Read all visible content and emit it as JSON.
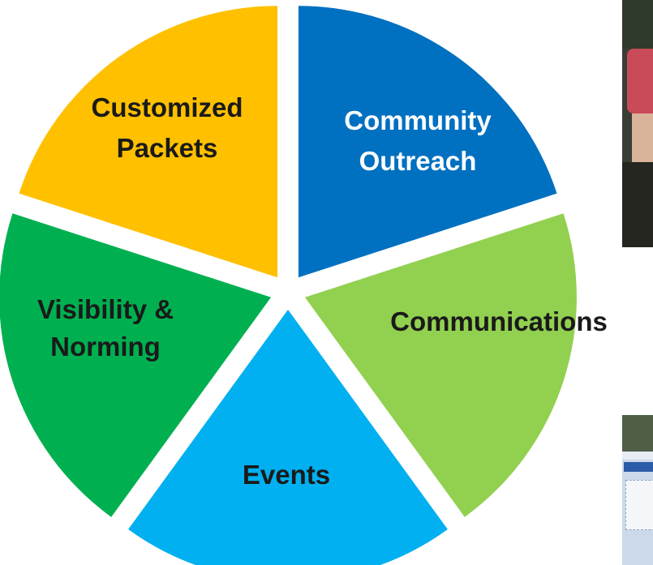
{
  "diagram": {
    "type": "pie-wheel",
    "segments": [
      {
        "id": "community-outreach",
        "lines": [
          "Community",
          "Outreach"
        ],
        "color": "#0070C0",
        "text_color": "#FFFFFF"
      },
      {
        "id": "communications",
        "lines": [
          "Communications"
        ],
        "color": "#92D050",
        "text_color": "#1A1A1A"
      },
      {
        "id": "events",
        "lines": [
          "Events"
        ],
        "color": "#00B0F0",
        "text_color": "#1A1A1A"
      },
      {
        "id": "visibility-norming",
        "lines": [
          "Visibility &",
          "Norming"
        ],
        "color": "#00B050",
        "text_color": "#1A1A1A"
      },
      {
        "id": "customized-packets",
        "lines": [
          "Customized",
          "Packets"
        ],
        "color": "#FFC000",
        "text_color": "#1A1A1A"
      }
    ]
  },
  "photos": [
    {
      "id": "photo-top",
      "description_icon": "person-photo-icon"
    },
    {
      "id": "photo-bottom",
      "description_icon": "flyer-photo-icon"
    }
  ]
}
